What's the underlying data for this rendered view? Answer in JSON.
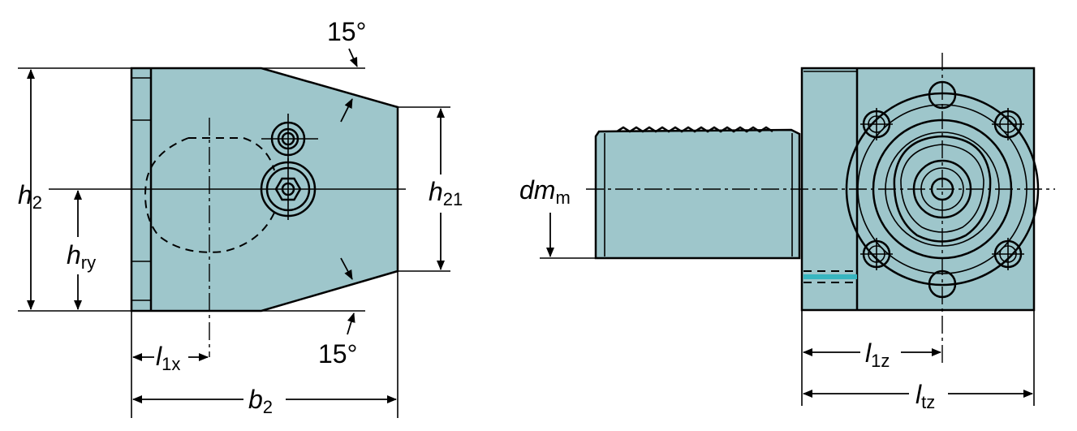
{
  "colors": {
    "body": "#9ec6cb",
    "line": "#000000",
    "accent": "#38b6c0"
  },
  "labels": {
    "angle_top": "15°",
    "angle_bottom": "15°",
    "h2": {
      "main": "h",
      "sub": "2"
    },
    "h21": {
      "main": "h",
      "sub": "21"
    },
    "hry": {
      "main": "h",
      "sub": "ry"
    },
    "l1x": {
      "main": "l",
      "sub": "1x"
    },
    "b2": {
      "main": "b",
      "sub": "2"
    },
    "dmm": {
      "main": "dm",
      "sub": "m"
    },
    "l1z": {
      "main": "l",
      "sub": "1z"
    },
    "ltz": {
      "main": "l",
      "sub": "tz"
    }
  }
}
